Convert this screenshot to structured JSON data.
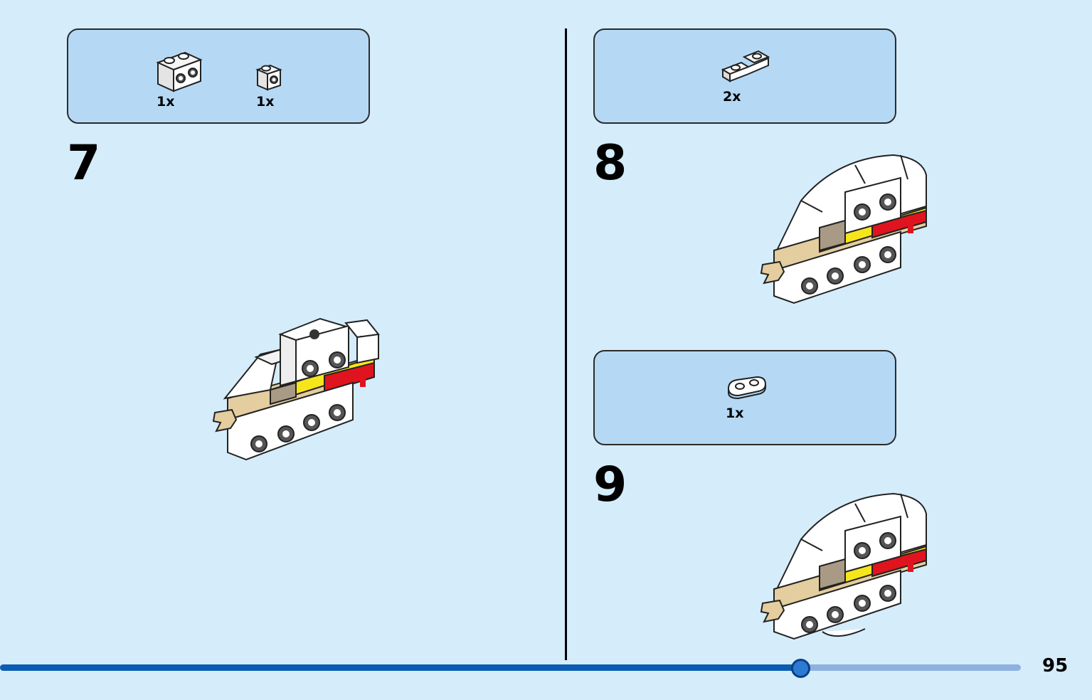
{
  "steps": [
    {
      "number": "7",
      "parts": [
        {
          "qty": "1x",
          "icon": "brick-1x2-studs-side-icon"
        },
        {
          "qty": "1x",
          "icon": "brick-1x1-stud-side-icon"
        }
      ]
    },
    {
      "number": "8",
      "parts": [
        {
          "qty": "2x",
          "icon": "slope-inverted-1x2-icon"
        }
      ]
    },
    {
      "number": "9",
      "parts": [
        {
          "qty": "1x",
          "icon": "plate-1x2-rounded-icon"
        }
      ]
    }
  ],
  "page": {
    "number": "95",
    "progress": 0.783
  },
  "colors": {
    "background": "#d5ecfb",
    "parts_box": "#b5d9f5",
    "progress_fill": "#0b5db3",
    "progress_track": "#8fb1e0",
    "brick_yellow": "#f7e51c",
    "brick_red": "#e0141e",
    "brick_tan": "#e4cd9e"
  }
}
